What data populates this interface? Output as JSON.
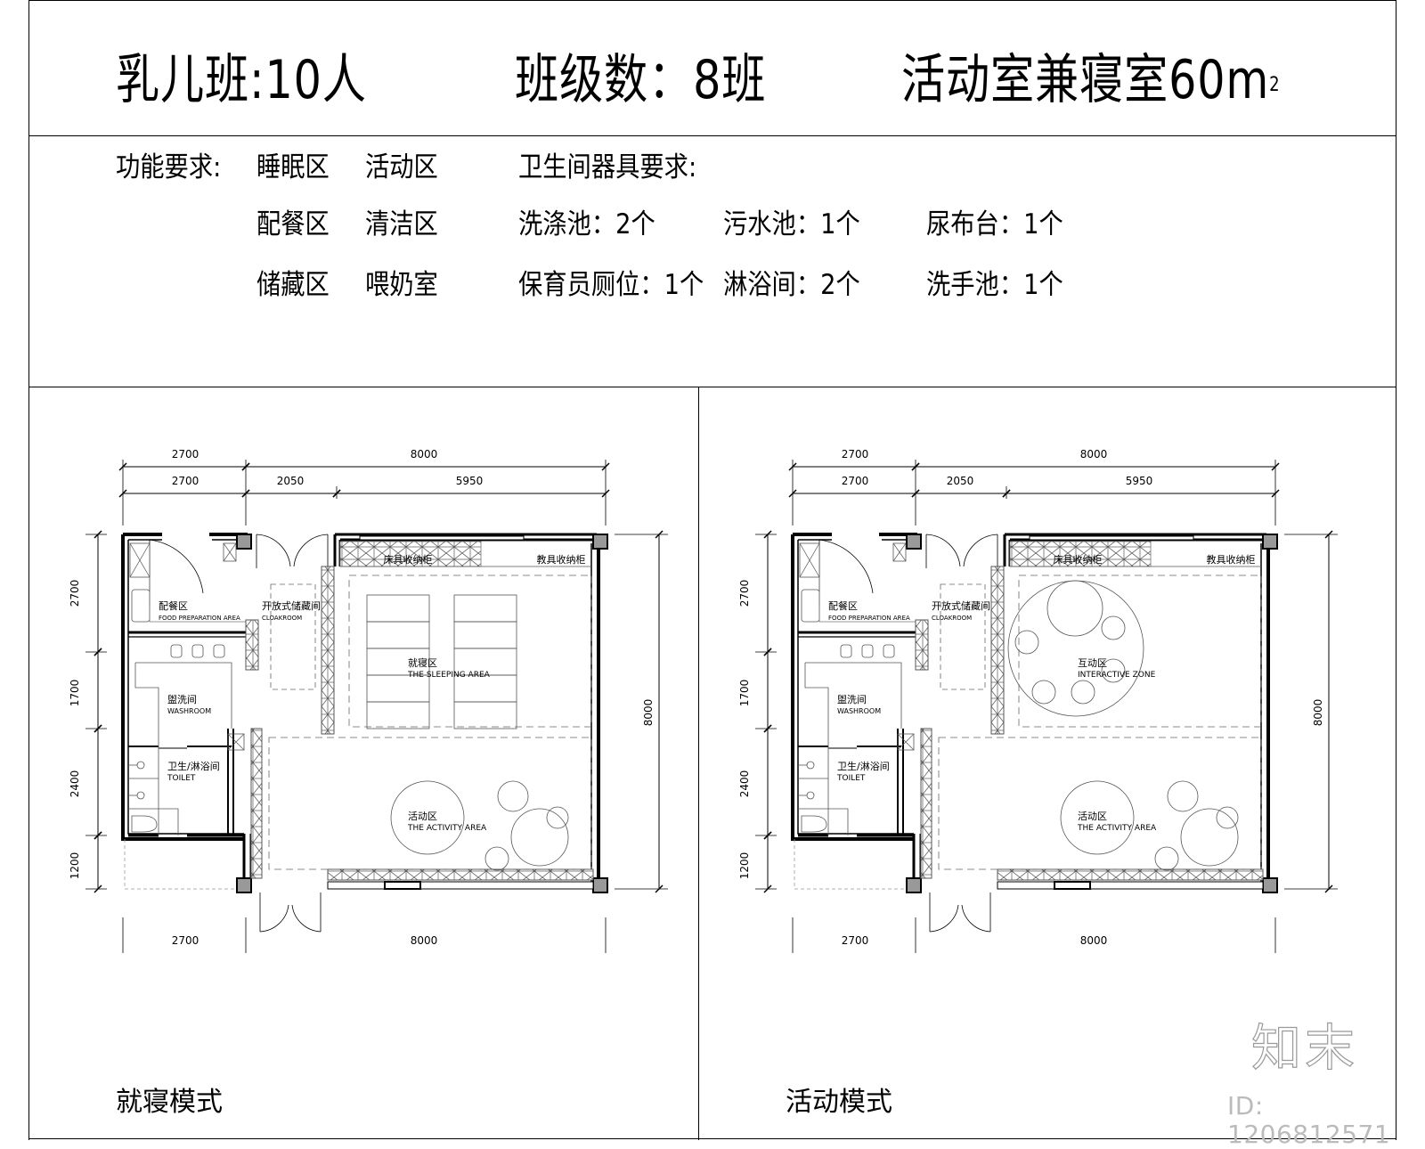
{
  "header": {
    "class_type": "乳儿班:10人",
    "class_count": "班级数：8班",
    "room_area_prefix": "活动室兼寝室60m",
    "room_area_sup": "2"
  },
  "requirements": {
    "function_label": "功能要求:",
    "function_zones": [
      [
        "睡眠区",
        "活动区"
      ],
      [
        "配餐区",
        "清洁区"
      ],
      [
        "储藏区",
        "喂奶室"
      ]
    ],
    "fixtures_label": "卫生间器具要求:",
    "fixtures": [
      [
        "洗涤池：2个",
        "污水池：1个",
        "尿布台：1个"
      ],
      [
        "保育员厕位：1个",
        "淋浴间：2个",
        "洗手池：1个"
      ]
    ]
  },
  "plans": [
    {
      "mode_caption": "就寝模式",
      "dims_top_row1": [
        "2700",
        "8000"
      ],
      "dims_top_row2": [
        "2700",
        "2050",
        "5950"
      ],
      "dims_left": [
        "2700",
        "1700",
        "2400",
        "1200"
      ],
      "dims_right": "8000",
      "dims_bottom": [
        "2700",
        "8000"
      ],
      "rooms": {
        "food_prep_cn": "配餐区",
        "food_prep_en": "FOOD PREPARATION AREA",
        "cloakroom_cn": "开放式储藏间",
        "cloakroom_en": "CLOAKROOM",
        "washroom_cn": "盥洗间",
        "washroom_en": "WASHROOM",
        "toilet_cn": "卫生/淋浴间",
        "toilet_en": "TOILET",
        "bed_storage": "床具收纳柜",
        "teaching_storage": "教具收纳柜",
        "upper_zone_cn": "就寝区",
        "upper_zone_en": "THE SLEEPING AREA",
        "activity_cn": "活动区",
        "activity_en": "THE ACTIVITY AREA"
      }
    },
    {
      "mode_caption": "活动模式",
      "dims_top_row1": [
        "2700",
        "8000"
      ],
      "dims_top_row2": [
        "2700",
        "2050",
        "5950"
      ],
      "dims_left": [
        "2700",
        "1700",
        "2400",
        "1200"
      ],
      "dims_right": "8000",
      "dims_bottom": [
        "2700",
        "8000"
      ],
      "rooms": {
        "food_prep_cn": "配餐区",
        "food_prep_en": "FOOD PREPARATION AREA",
        "cloakroom_cn": "开放式储藏间",
        "cloakroom_en": "CLOAKROOM",
        "washroom_cn": "盥洗间",
        "washroom_en": "WASHROOM",
        "toilet_cn": "卫生/淋浴间",
        "toilet_en": "TOILET",
        "bed_storage": "床具收纳柜",
        "teaching_storage": "教具收纳柜",
        "upper_zone_cn": "互动区",
        "upper_zone_en": "INTERACTIVE ZONE",
        "activity_cn": "活动区",
        "activity_en": "THE ACTIVITY AREA"
      }
    }
  ],
  "watermark": {
    "logo": "知末",
    "id": "ID: 1206812571"
  }
}
